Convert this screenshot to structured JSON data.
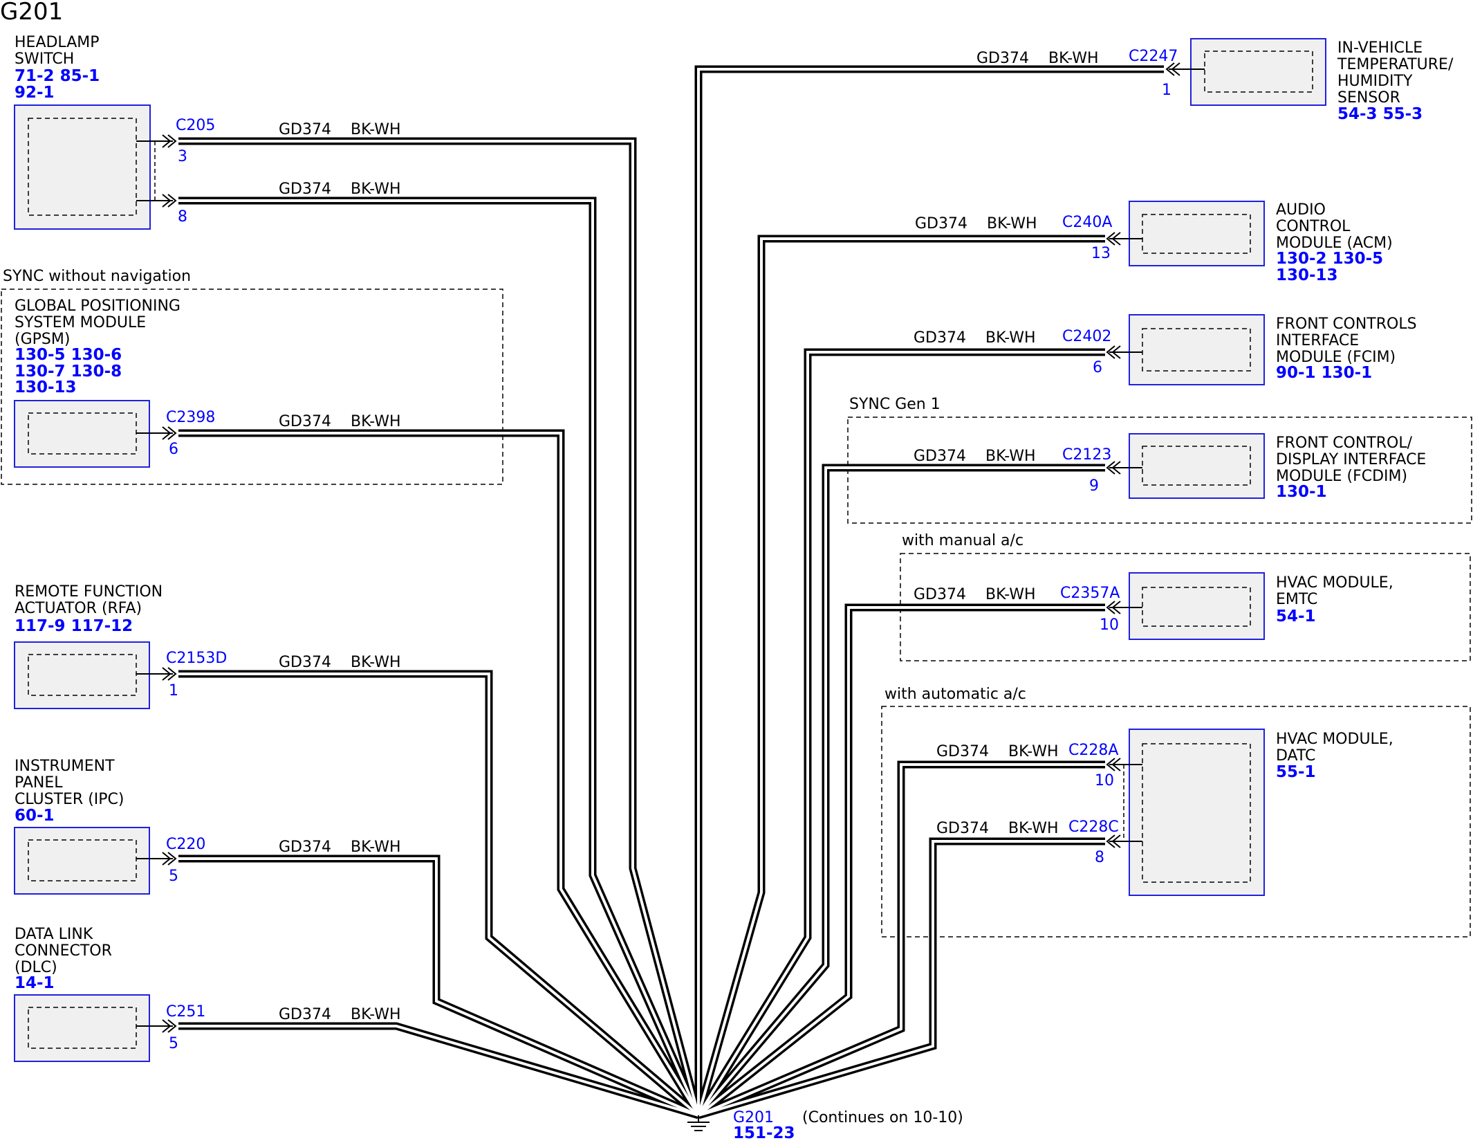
{
  "diagram_title": "G201",
  "wire_circuit": "GD374",
  "wire_color": "BK-WH",
  "ground": {
    "id": "G201",
    "ref": "151-23",
    "note": "(Continues on 10-10)"
  },
  "groups": {
    "sync_nav": "SYNC without navigation",
    "sync_gen1": "SYNC Gen 1",
    "manual_ac": "with manual a/c",
    "auto_ac": "with automatic a/c"
  },
  "components": {
    "headlamp": {
      "lines": [
        "HEADLAMP",
        "SWITCH"
      ],
      "refs": [
        "71-2  85-1",
        "92-1"
      ],
      "connector": "C205",
      "pins": [
        "3",
        "8"
      ]
    },
    "gpsm": {
      "lines": [
        "GLOBAL POSITIONING",
        "SYSTEM MODULE",
        "(GPSM)"
      ],
      "refs": [
        "130-5 130-6",
        "130-7 130-8",
        "130-13"
      ],
      "connector": "C2398",
      "pins": [
        "6"
      ]
    },
    "rfa": {
      "lines": [
        "REMOTE FUNCTION",
        "ACTUATOR (RFA)"
      ],
      "refs": [
        "117-9  117-12"
      ],
      "connector": "C2153D",
      "pins": [
        "1"
      ]
    },
    "ipc": {
      "lines": [
        "INSTRUMENT",
        "PANEL",
        "CLUSTER (IPC)"
      ],
      "refs": [
        "60-1"
      ],
      "connector": "C220",
      "pins": [
        "5"
      ]
    },
    "dlc": {
      "lines": [
        "DATA LINK",
        "CONNECTOR",
        "(DLC)"
      ],
      "refs": [
        "14-1"
      ],
      "connector": "C251",
      "pins": [
        "5"
      ]
    },
    "temp": {
      "lines": [
        "IN-VEHICLE",
        "TEMPERATURE/",
        "HUMIDITY",
        "SENSOR"
      ],
      "refs": [
        "54-3  55-3"
      ],
      "connector": "C2247",
      "pins": [
        "1"
      ]
    },
    "acm": {
      "lines": [
        "AUDIO",
        "CONTROL",
        "MODULE (ACM)"
      ],
      "refs": [
        "130-2 130-5",
        "130-13"
      ],
      "connector": "C240A",
      "pins": [
        "13"
      ]
    },
    "fcim": {
      "lines": [
        "FRONT CONTROLS",
        "INTERFACE",
        "MODULE (FCIM)"
      ],
      "refs": [
        "90-1   130-1"
      ],
      "connector": "C2402",
      "pins": [
        "6"
      ]
    },
    "fcdim": {
      "lines": [
        "FRONT CONTROL/",
        "DISPLAY INTERFACE",
        "MODULE (FCDIM)"
      ],
      "refs": [
        "130-1"
      ],
      "connector": "C2123",
      "pins": [
        "9"
      ]
    },
    "emtc": {
      "lines": [
        "HVAC MODULE,",
        "EMTC"
      ],
      "refs": [
        "54-1"
      ],
      "connector": "C2357A",
      "pins": [
        "10"
      ]
    },
    "datc": {
      "lines": [
        "HVAC MODULE,",
        "DATC"
      ],
      "refs": [
        "55-1"
      ],
      "connectors": [
        "C228A",
        "C228C"
      ],
      "pins": [
        "10",
        "8"
      ]
    }
  }
}
